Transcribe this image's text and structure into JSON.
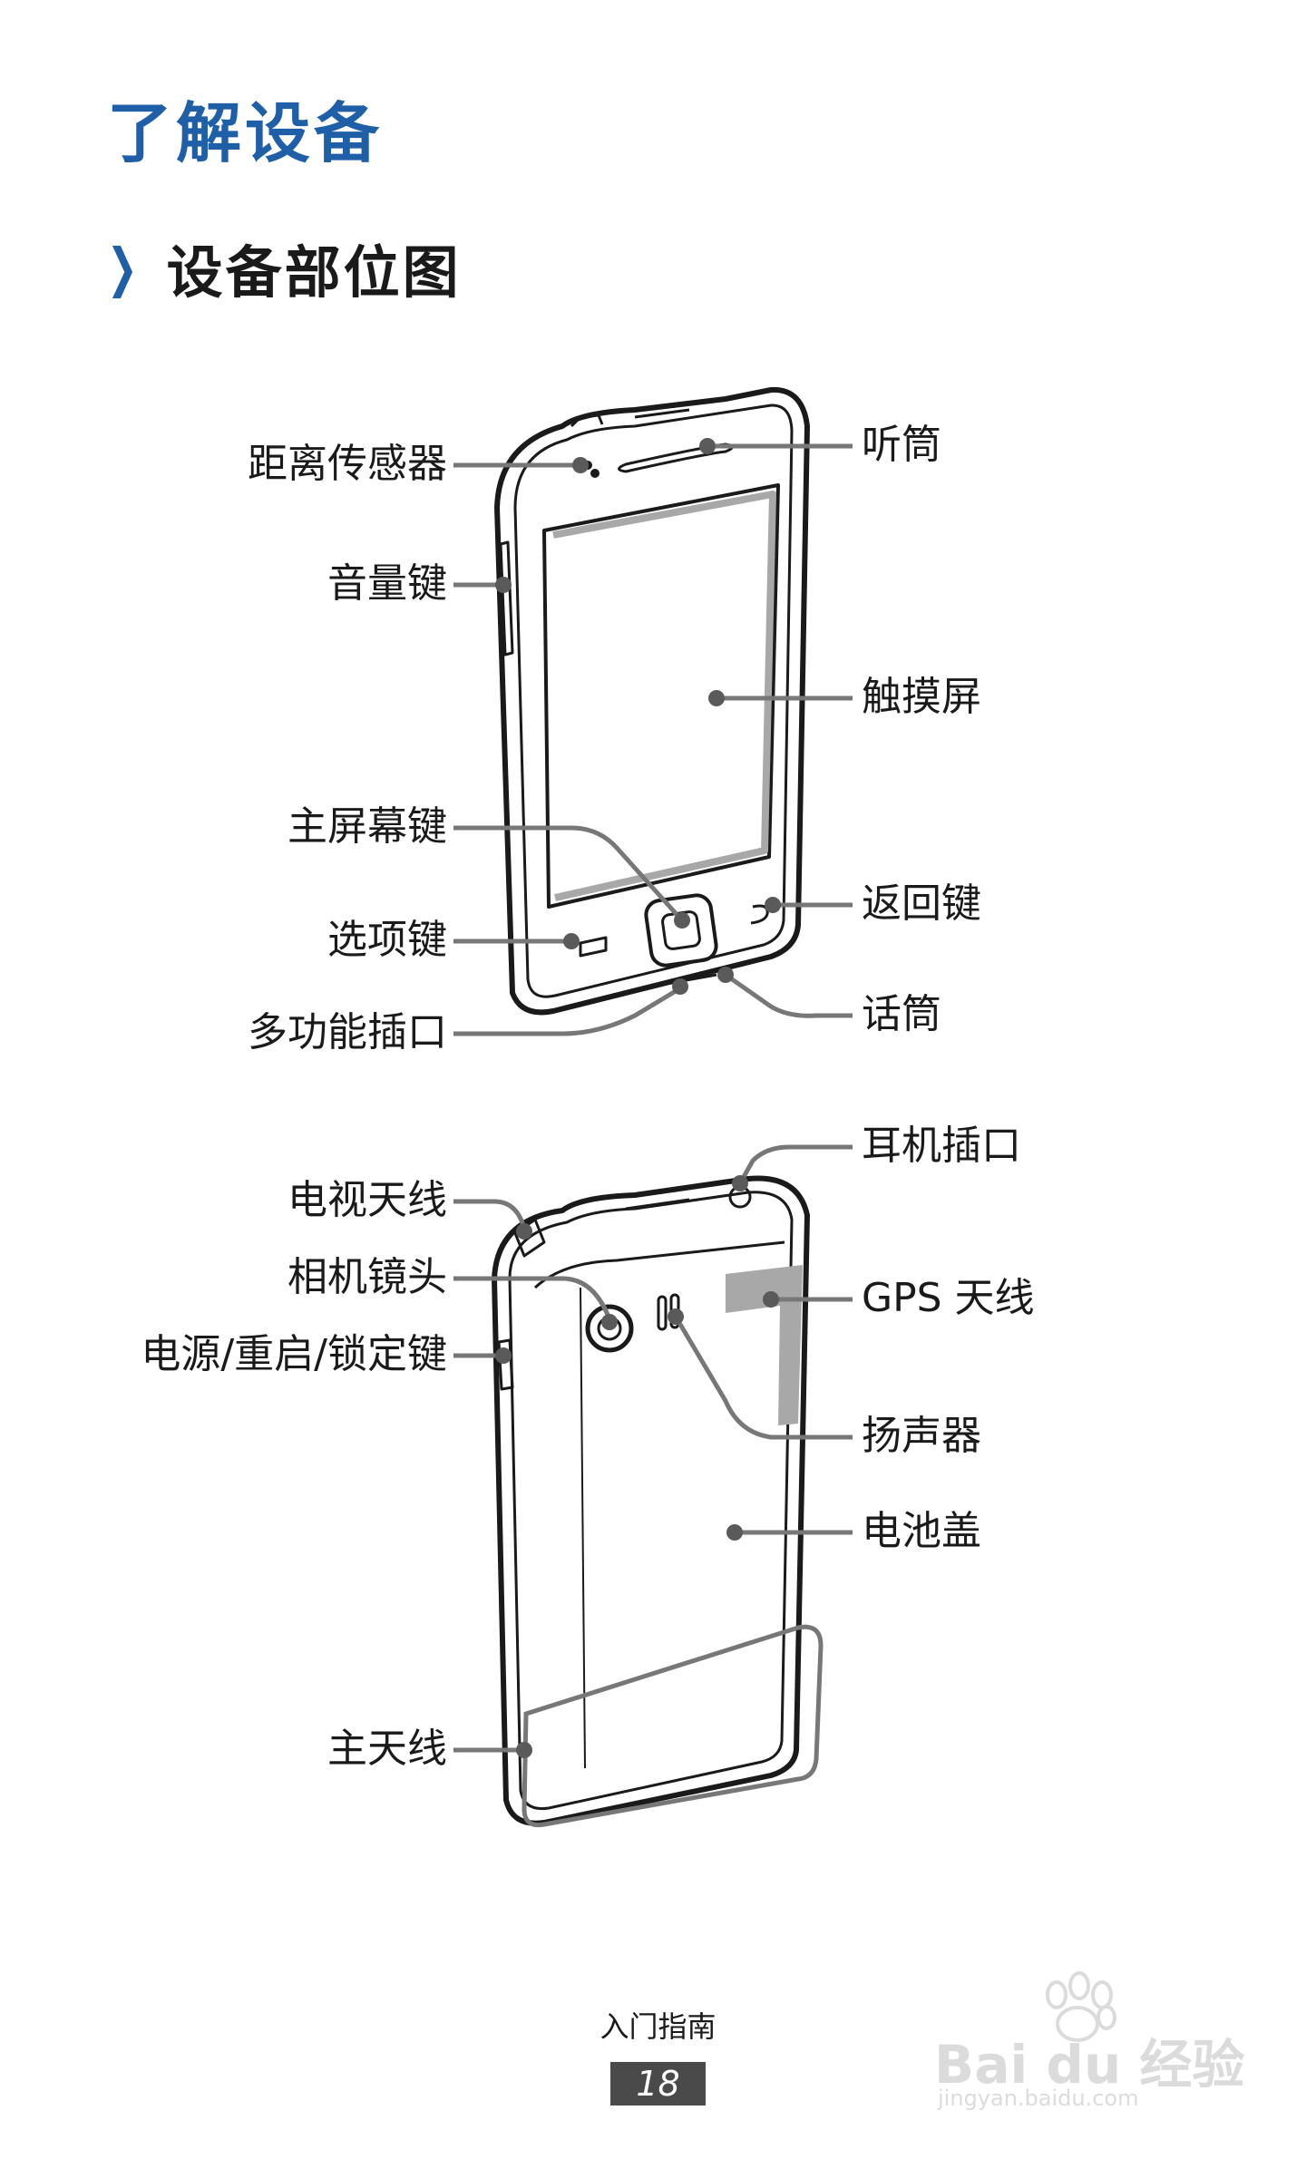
{
  "title": "了解设备",
  "section": {
    "title": "设备部位图"
  },
  "front_labels": {
    "proximity_sensor": "距离传感器",
    "volume_key": "音量键",
    "home_key": "主屏幕键",
    "option_key": "选项键",
    "multi_port": "多功能插口",
    "earpiece": "听筒",
    "touch_screen": "触摸屏",
    "back_key": "返回键",
    "microphone": "话筒"
  },
  "back_labels": {
    "tv_antenna": "电视天线",
    "camera_lens": "相机镜头",
    "power_key": "电源/重启/锁定键",
    "main_antenna": "主天线",
    "headset_jack": "耳机插口",
    "gps_antenna": "GPS 天线",
    "speaker": "扬声器",
    "battery_cover": "电池盖"
  },
  "footer": {
    "text": "入门指南",
    "page_number": "18"
  },
  "watermark": {
    "brand": "Bai du 经验",
    "url": "jingyan.baidu.com"
  },
  "colors": {
    "accent": "#1f5fa8",
    "callout_gray": "#777777",
    "antenna_gray": "#a8a8a8"
  }
}
